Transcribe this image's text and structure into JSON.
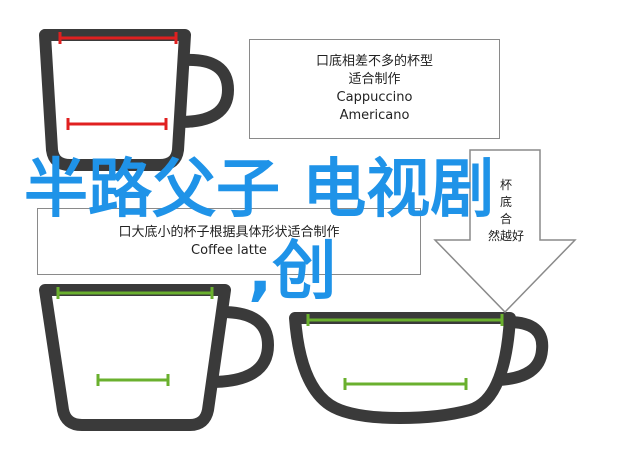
{
  "colors": {
    "cup_outline": "#3a3a3a",
    "measure_red": "#e02020",
    "measure_green": "#6ab02e",
    "overlay_blue": "#1f93e8",
    "box_border": "#8a8a8a"
  },
  "labels": {
    "top": [
      "口底相差不多的杯型",
      "适合制作",
      "Cappuccino",
      "Americano"
    ],
    "middle": [
      "口大底小的杯子根据具体形状适合制作",
      "Coffee latte"
    ],
    "right": [
      "杯",
      "底",
      "合",
      "然越好"
    ]
  },
  "overlay": {
    "main": "半路父子 电视剧",
    "sub": ",创"
  }
}
